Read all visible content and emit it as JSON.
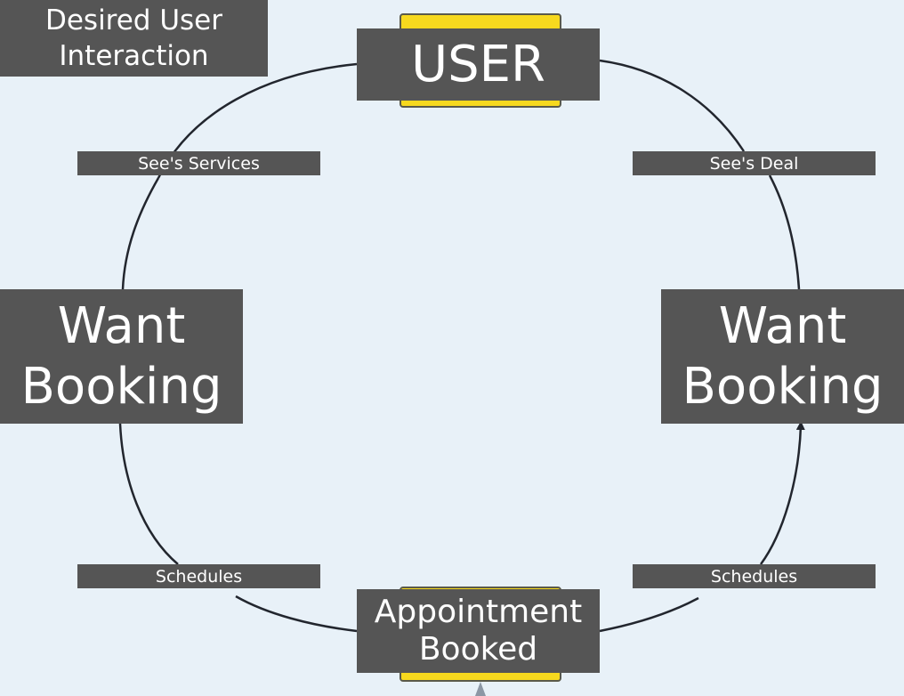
{
  "title": {
    "line1": "Desired User",
    "line2": "Interaction"
  },
  "nodes": {
    "user": "USER",
    "want_left": {
      "line1": "Want",
      "line2": "Booking"
    },
    "want_right": {
      "line1": "Want",
      "line2": "Booking"
    },
    "appointment": {
      "line1": "Appointment",
      "line2": "Booked"
    }
  },
  "edges": {
    "sees_services": "See's Services",
    "sees_deal": "See's Deal",
    "schedules_left": "Schedules",
    "schedules_right": "Schedules"
  },
  "colors": {
    "background": "#e8f1f8",
    "node_fill": "#555555",
    "node_text": "#ffffff",
    "highlight": "#f7d91e",
    "connector": "#22262e"
  }
}
